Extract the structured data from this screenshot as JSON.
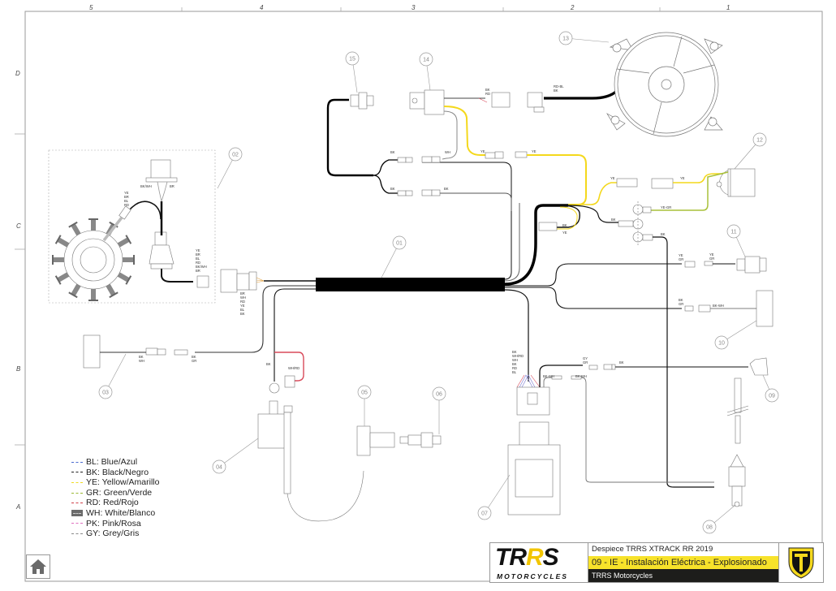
{
  "document": {
    "title": "Despiece TRRS XTRACK RR 2019",
    "section": "09 - IE - Instalación Eléctrica - Explosionado",
    "company": "TRRS Motorcycles",
    "brand_logo": {
      "main_text_a": "TR",
      "main_text_r": "R",
      "main_text_s": "S",
      "sub_text": "MOTORCYCLES"
    }
  },
  "grid": {
    "columns": [
      "5",
      "4",
      "3",
      "2",
      "1"
    ],
    "rows": [
      "D",
      "C",
      "B",
      "A"
    ]
  },
  "callouts": [
    "01",
    "02",
    "03",
    "04",
    "05",
    "06",
    "07",
    "08",
    "09",
    "10",
    "11",
    "12",
    "13",
    "14",
    "15"
  ],
  "wire_labels": {
    "stator_top": [
      "YE",
      "BR",
      "BL",
      "RD"
    ],
    "pickup": [
      "BK/WH",
      "BR"
    ],
    "stator_out": [
      "YE",
      "BR",
      "BL",
      "RD",
      "BK/WH",
      "BR"
    ],
    "main_conn": [
      "BR",
      "WH",
      "RD",
      "YE",
      "BL",
      "BK"
    ],
    "relay_out": [
      "BK",
      "RD"
    ],
    "fan_conn": [
      "RD-BL",
      "BK"
    ],
    "branch_bk_top": "BK",
    "branch_wh": "WH",
    "branch_bk_low": "BK",
    "branch_bk_low2": "BK",
    "ye_1": "YE",
    "ye_2": "YE",
    "ye_3": "YE",
    "ye_4": "YE",
    "bk_ye_conn": [
      "BK",
      "YE"
    ],
    "ring_bk": "BK",
    "ring_yegr": "YE-GR",
    "ring_bk2": "BK",
    "sw11_a": [
      "YE",
      "GR"
    ],
    "sw11_b": [
      "YE",
      "GR"
    ],
    "sw10_a": [
      "BK",
      "GR"
    ],
    "sw10_b": "BK-WH",
    "conn03_a": [
      "BK",
      "WH"
    ],
    "conn03_b": [
      "BK",
      "GR"
    ],
    "coil_bk": "BK",
    "coil_whrd": "WH/RD",
    "cdi": [
      "BK",
      "WH/RD",
      "WH",
      "BK",
      "RD",
      "BL"
    ],
    "cdi_bkwh1": "BK-WH",
    "cdi_bkwh2": "BK-WH",
    "gy_gr": [
      "GY",
      "GR"
    ],
    "bk_09": "BK"
  },
  "legend": [
    {
      "code": "BL",
      "label": "BL: Blue/Azul",
      "color": "#4a6bd0",
      "style": "dash"
    },
    {
      "code": "BK",
      "label": "BK: Black/Negro",
      "color": "#222222",
      "style": "dash"
    },
    {
      "code": "YE",
      "label": "YE: Yellow/Amarillo",
      "color": "#f0dc20",
      "style": "dash"
    },
    {
      "code": "GR",
      "label": "GR: Green/Verde",
      "color": "#9ab833",
      "style": "dash"
    },
    {
      "code": "RD",
      "label": "RD: Red/Rojo",
      "color": "#d0404a",
      "style": "dash"
    },
    {
      "code": "WH",
      "label": "WH: White/Blanco",
      "color": "#6b6b6b",
      "style": "box"
    },
    {
      "code": "PK",
      "label": "PK: Pink/Rosa",
      "color": "#e070c0",
      "style": "dash"
    },
    {
      "code": "GY",
      "label": "GY: Grey/Gris",
      "color": "#8a8a8a",
      "style": "dash"
    }
  ],
  "colors": {
    "yellow_wire": "#f4d81c",
    "green_wire": "#a9c13a",
    "red_wire": "#d84a5a",
    "black_wire": "#111111",
    "title_yellow": "#f7e22a",
    "title_dark": "#1d1d1b"
  },
  "nav": {
    "home_icon": "home-icon"
  }
}
